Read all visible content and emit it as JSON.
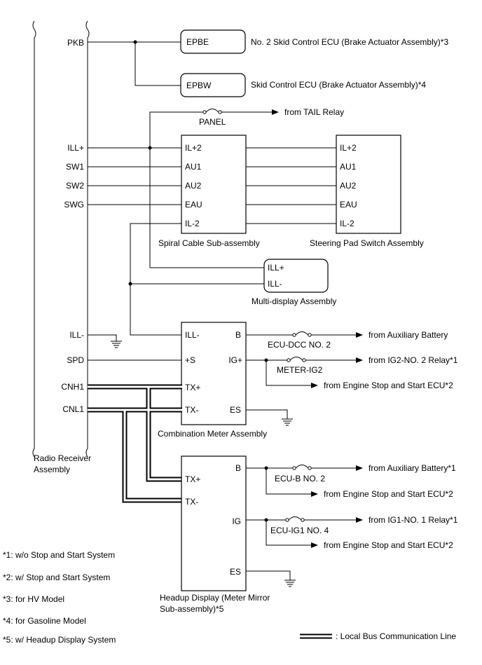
{
  "radio": {
    "name": "Radio Receiver Assembly",
    "pins": {
      "pkb": "PKB",
      "ill_plus": "ILL+",
      "sw1": "SW1",
      "sw2": "SW2",
      "swg": "SWG",
      "ill_minus": "ILL-",
      "spd": "SPD",
      "cnh1": "CNH1",
      "cnl1": "CNL1"
    }
  },
  "epbe": {
    "pin": "EPBE",
    "desc": "No. 2 Skid Control ECU (Brake Actuator Assembly)*3"
  },
  "epbw": {
    "pin": "EPBW",
    "desc": "Skid Control ECU (Brake Actuator Assembly)*4"
  },
  "panel": {
    "fuse": "PANEL",
    "source": "from TAIL Relay"
  },
  "spiral": {
    "name": "Spiral Cable Sub-assembly",
    "pins": [
      "IL+2",
      "AU1",
      "AU2",
      "EAU",
      "IL-2"
    ]
  },
  "steering": {
    "name": "Steering Pad Switch Assembly",
    "pins": [
      "IL+2",
      "AU1",
      "AU2",
      "EAU",
      "IL-2"
    ]
  },
  "multi": {
    "name": "Multi-display Assembly",
    "pins": [
      "ILL+",
      "ILL-"
    ]
  },
  "meter": {
    "name": "Combination Meter Assembly",
    "pins": {
      "ill_minus": "ILL-",
      "b": "B",
      "s": "+S",
      "ig": "IG+",
      "txp": "TX+",
      "txm": "TX-",
      "es": "ES"
    },
    "fuse_b": "ECU-DCC NO. 2",
    "src_b": "from Auxiliary Battery",
    "fuse_ig": "METER-IG2",
    "src_ig": "from IG2-NO. 2 Relay*1",
    "src_ig2": "from Engine Stop and Start ECU*2"
  },
  "hud": {
    "name_line1": "Headup Display (Meter Mirror",
    "name_line2": "Sub-assembly)*5",
    "pins": {
      "b": "B",
      "txp": "TX+",
      "txm": "TX-",
      "ig": "IG",
      "es": "ES"
    },
    "fuse_b": "ECU-B NO. 2",
    "src_b": "from Auxiliary Battery*1",
    "src_b2": "from Engine Stop and Start ECU*2",
    "fuse_ig": "ECU-IG1 NO. 4",
    "src_ig": "from IG1-NO. 1 Relay*1",
    "src_ig2": "from Engine Stop and Start ECU*2"
  },
  "notes": [
    "*1: w/o Stop and Start System",
    "*2: w/ Stop and Start System",
    "*3: for HV Model",
    "*4: for Gasoline Model",
    "*5: w/ Headup Display System"
  ],
  "legend": ": Local Bus Communication Line"
}
